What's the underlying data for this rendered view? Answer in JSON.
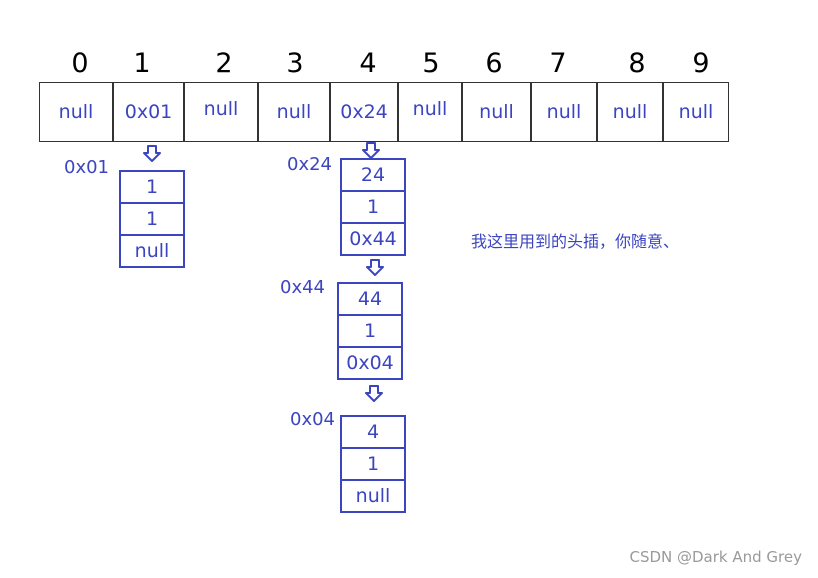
{
  "indices": [
    "0",
    "1",
    "2",
    "3",
    "4",
    "5",
    "6",
    "7",
    "8",
    "9"
  ],
  "slots": [
    "null",
    "0x01",
    "null",
    "null",
    "0x24",
    "null",
    "null",
    "null",
    "null",
    "null"
  ],
  "chains": [
    {
      "nodes": [
        {
          "address": "0x01",
          "cells": [
            "1",
            "1",
            "null"
          ]
        }
      ]
    },
    {
      "nodes": [
        {
          "address": "0x24",
          "cells": [
            "24",
            "1",
            "0x44"
          ]
        },
        {
          "address": "0x44",
          "cells": [
            "44",
            "1",
            "0x04"
          ]
        },
        {
          "address": "0x04",
          "cells": [
            "4",
            "1",
            "null"
          ]
        }
      ]
    }
  ],
  "note": "我这里用到的头插，你随意、",
  "watermark": "CSDN @Dark And Grey",
  "colors": {
    "accent": "#3c45c0",
    "border": "#333333",
    "watermark": "#9a9a9a"
  }
}
